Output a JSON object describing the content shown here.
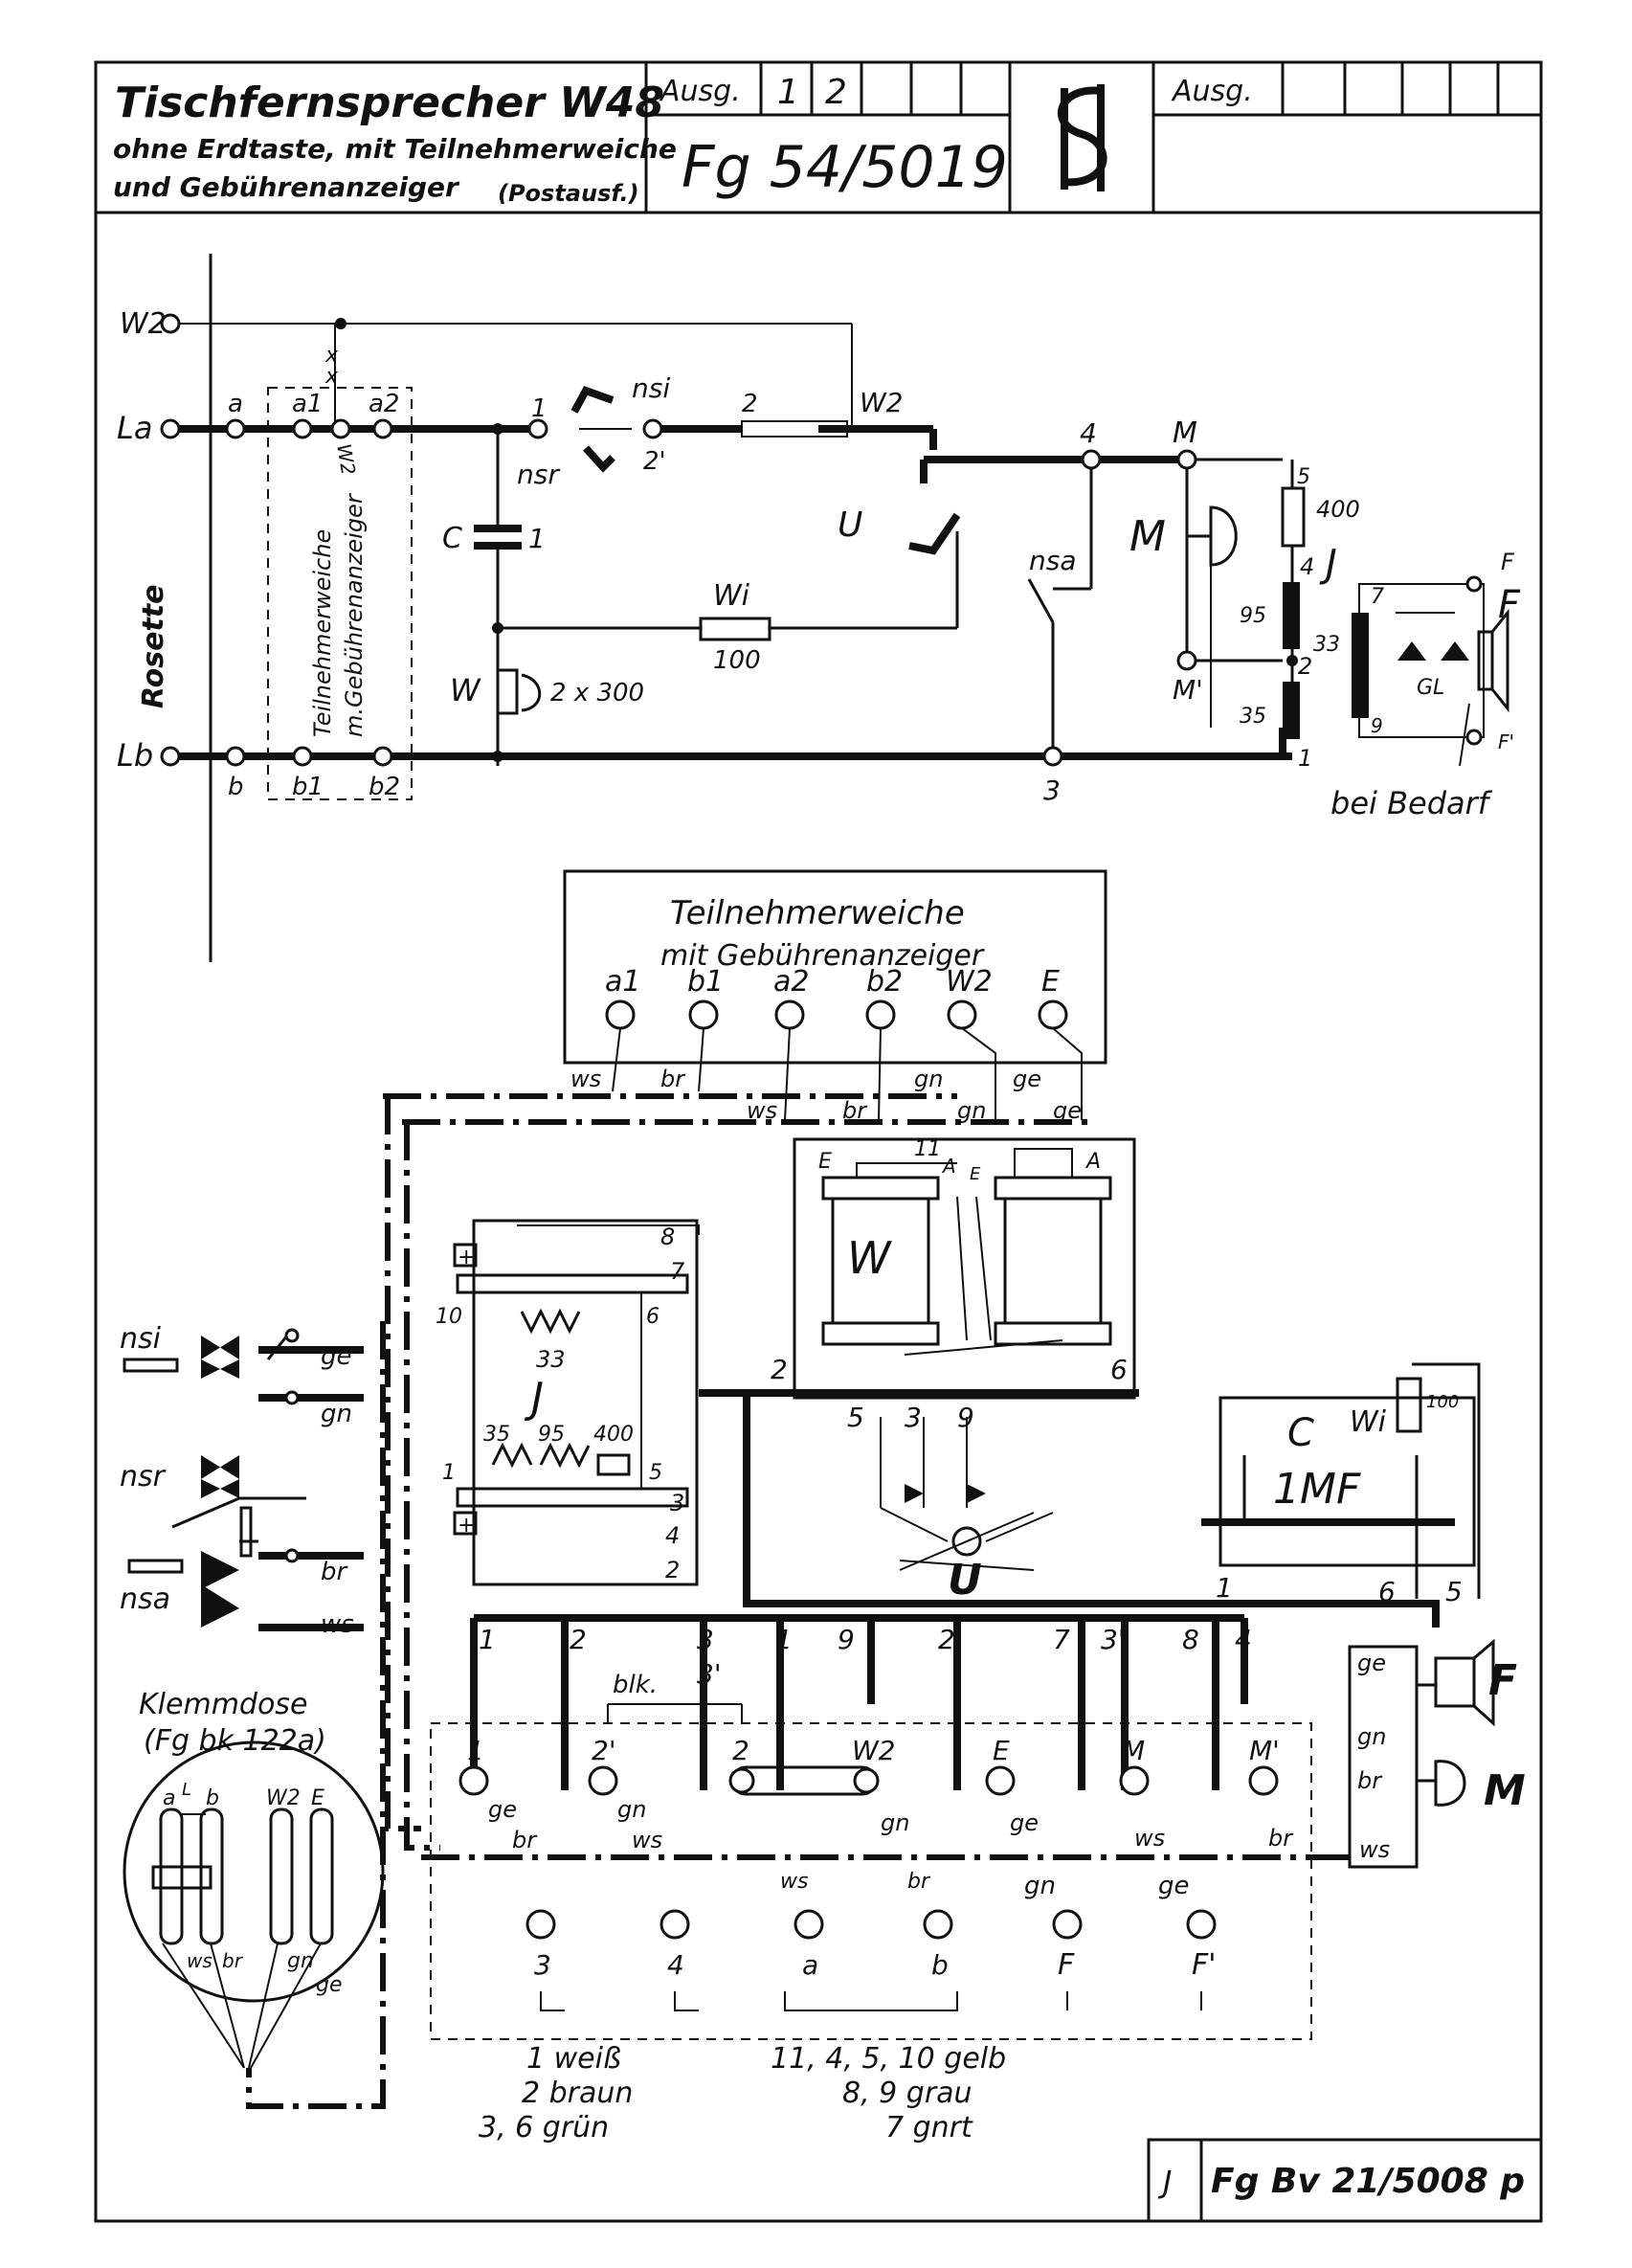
{
  "title_block": {
    "title": "Tischfernsprecher W48",
    "subtitle_1": "ohne Erdtaste, mit Teilnehmerweiche",
    "subtitle_2": "und Gebührenanzeiger",
    "postausf": "(Postausf.)",
    "ausg_label": "Ausg.",
    "ausg_1": "1",
    "ausg_2": "2",
    "drawing_number": "Fg 54/5019",
    "ausg_label_right": "Ausg."
  },
  "schematic": {
    "w2": "W2",
    "la": "La",
    "lb": "Lb",
    "rosette": "Rosette",
    "a": "a",
    "a1": "a1",
    "a2": "a2",
    "b": "b",
    "b1": "b1",
    "b2": "b2",
    "weiche_1": "Teilnehmerweiche",
    "weiche_2": "m.Gebührenanzeiger",
    "w2_small": "W2",
    "n1": "1",
    "nsi": "nsi",
    "nsr": "nsr",
    "n2p": "2'",
    "n2": "2",
    "w2_top": "W2",
    "c": "C",
    "c1": "1",
    "u": "U",
    "wi": "Wi",
    "wi100": "100",
    "w": "W",
    "w2x300": "2 x 300",
    "n4": "4",
    "m_top": "M",
    "nsa": "nsa",
    "m_big": "M",
    "r5": "5",
    "r400": "400",
    "r4": "4",
    "j": "J",
    "r95": "95",
    "r33": "33",
    "r2": "2",
    "r35": "35",
    "r1": "1",
    "mprime": "M'",
    "n3": "3",
    "f_top": "F",
    "f_big": "F",
    "f_prime": "F'",
    "t7": "7",
    "t9": "9",
    "gl": "GL",
    "bei_bedarf": "bei Bedarf"
  },
  "weiche_box": {
    "title_1": "Teilnehmerweiche",
    "title_2": "mit Gebührenanzeiger",
    "terms": [
      "a1",
      "b1",
      "a2",
      "b2",
      "W2",
      "E"
    ],
    "wires_top": [
      "ws",
      "br",
      "gn",
      "ge"
    ],
    "wires_bottom": [
      "ws",
      "br",
      "gn",
      "ge"
    ]
  },
  "relay": {
    "e": "E",
    "n11": "11",
    "a": "A",
    "e2": "E",
    "w": "W",
    "n2": "2",
    "n6": "6"
  },
  "transformer": {
    "plus_top": "+",
    "plus_bot": "+",
    "n8": "8",
    "n7": "7",
    "n10": "10",
    "n6": "6",
    "n33": "33",
    "j": "J",
    "n35": "35",
    "n95": "95",
    "n400": "400",
    "n1": "1",
    "n5": "5",
    "n3": "3",
    "n4": "4",
    "n2": "2"
  },
  "capacitor_box": {
    "c": "C",
    "wi": "Wi",
    "mf": "1MF",
    "n100": "100",
    "n1": "1",
    "n6": "6",
    "n5": "5"
  },
  "switch_u": {
    "n5": "5",
    "n3": "3",
    "n9": "9",
    "u": "U"
  },
  "switches_left": {
    "nsi": "nsi",
    "nsr": "nsr",
    "nsa": "nsa",
    "ge": "ge",
    "gn": "gn",
    "br": "br",
    "ws": "ws"
  },
  "bus_numbers": [
    "1",
    "2",
    "3",
    "3'",
    "1",
    "9",
    "2",
    "7",
    "3'",
    "8",
    "4"
  ],
  "terminal_strip": {
    "blk": "blk.",
    "top_terms": [
      "1",
      "2'",
      "2",
      "W2",
      "E",
      "M",
      "M'"
    ],
    "top_colors": [
      "ge",
      "gn",
      "gn",
      "ge",
      "ws",
      "br"
    ],
    "mid_colors": [
      "br",
      "ws",
      "ws",
      "br",
      "gn",
      "ge"
    ],
    "bottom_terms": [
      "3",
      "4",
      "a",
      "b",
      "F",
      "F'"
    ]
  },
  "handset": {
    "f": "F",
    "m": "M",
    "ge": "ge",
    "gn": "gn",
    "br": "br",
    "ws": "ws"
  },
  "klemmdose": {
    "title": "Klemmdose",
    "sub": "(Fg bk 122a)",
    "a": "a",
    "l": "L",
    "b": "b",
    "w2": "W2",
    "e": "E",
    "ws": "ws",
    "br": "br",
    "gn": "gn",
    "ge": "ge"
  },
  "legend": {
    "l1": "1  weiß",
    "l2": "2  braun",
    "l3": "3, 6  grün",
    "l4": "11, 4, 5, 10  gelb",
    "l5": "8, 9  grau",
    "l6": "7  gnrt"
  },
  "footer": {
    "j": "J",
    "ref": "Fg Bv 21/5008 p"
  }
}
